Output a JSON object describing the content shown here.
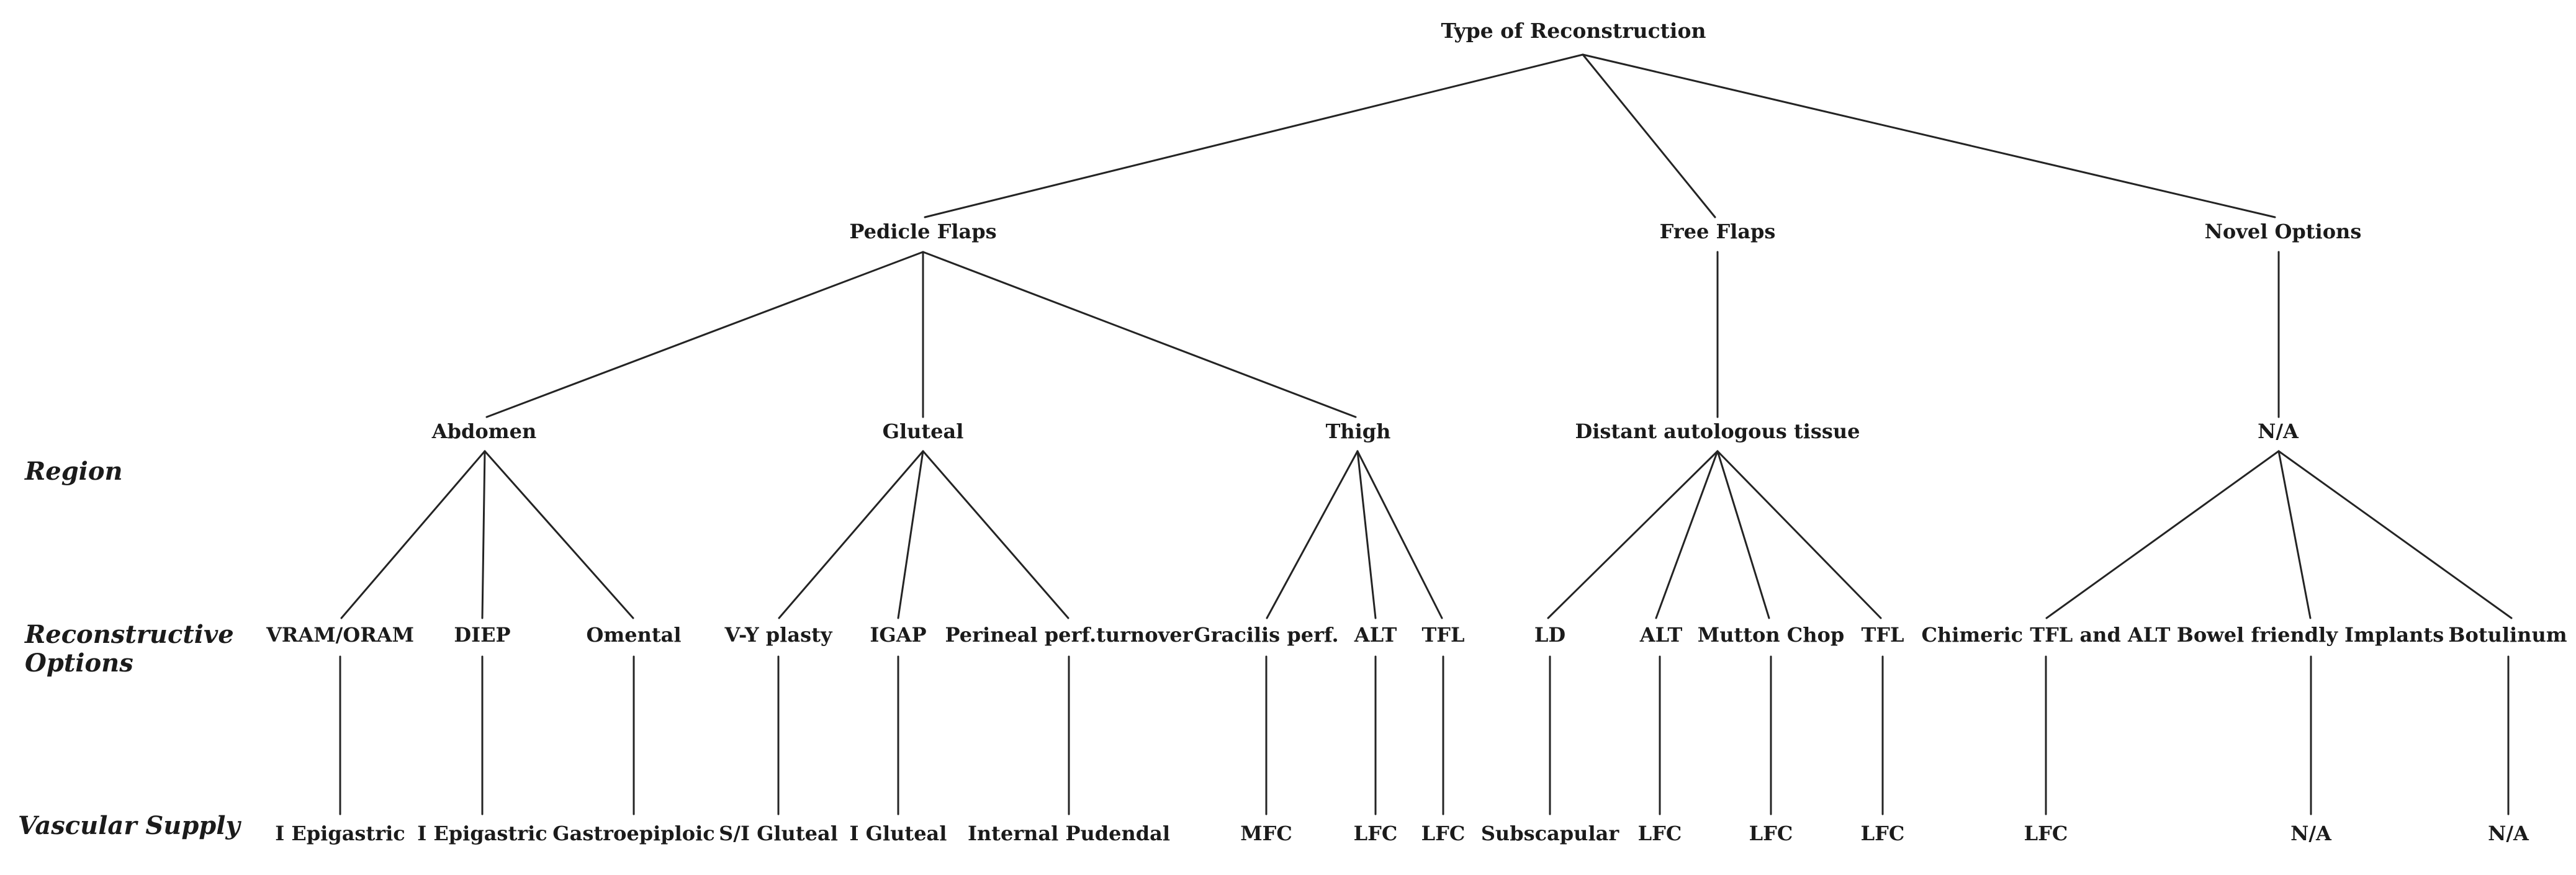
{
  "figure": {
    "description": "Tree diagram of perineal reconstruction choices by type, region, reconstructive option and vascular supply",
    "background_color": "#ffffff",
    "text_color": "#1b1b1b",
    "line_color": "#242424"
  },
  "row_labels": {
    "region": "Region",
    "reconstructive_options": "Reconstructive\nOptions",
    "vascular_supply": "Vascular Supply"
  },
  "tree": {
    "root": "Type of Reconstruction",
    "branches": [
      {
        "label": "Pedicle Flaps",
        "regions": [
          {
            "label": "Abdomen",
            "options": [
              {
                "option": "VRAM/ORAM",
                "vascular": "I Epigastric"
              },
              {
                "option": "DIEP",
                "vascular": "I Epigastric"
              },
              {
                "option": "Omental",
                "vascular": "Gastroepiploic"
              }
            ]
          },
          {
            "label": "Gluteal",
            "options": [
              {
                "option": "V-Y plasty",
                "vascular": "S/I Gluteal"
              },
              {
                "option": "IGAP",
                "vascular": "I Gluteal"
              },
              {
                "option": "Perineal perf.turnover",
                "vascular": "Internal Pudendal"
              }
            ]
          },
          {
            "label": "Thigh",
            "options": [
              {
                "option": "Gracilis perf.",
                "vascular": "MFC"
              },
              {
                "option": "ALT",
                "vascular": "LFC"
              },
              {
                "option": "TFL",
                "vascular": "LFC"
              }
            ]
          }
        ]
      },
      {
        "label": "Free Flaps",
        "regions": [
          {
            "label": "Distant autologous tissue",
            "options": [
              {
                "option": "LD",
                "vascular": "Subscapular"
              },
              {
                "option": "ALT",
                "vascular": "LFC"
              },
              {
                "option": "Mutton Chop",
                "vascular": "LFC"
              },
              {
                "option": "TFL",
                "vascular": "LFC"
              }
            ]
          }
        ]
      },
      {
        "label": "Novel Options",
        "regions": [
          {
            "label": "N/A",
            "options": [
              {
                "option": "Chimeric TFL and ALT",
                "vascular": "LFC"
              },
              {
                "option": "Bowel friendly Implants",
                "vascular": "N/A"
              },
              {
                "option": "Botulinum",
                "vascular": "N/A"
              }
            ]
          }
        ]
      }
    ]
  }
}
